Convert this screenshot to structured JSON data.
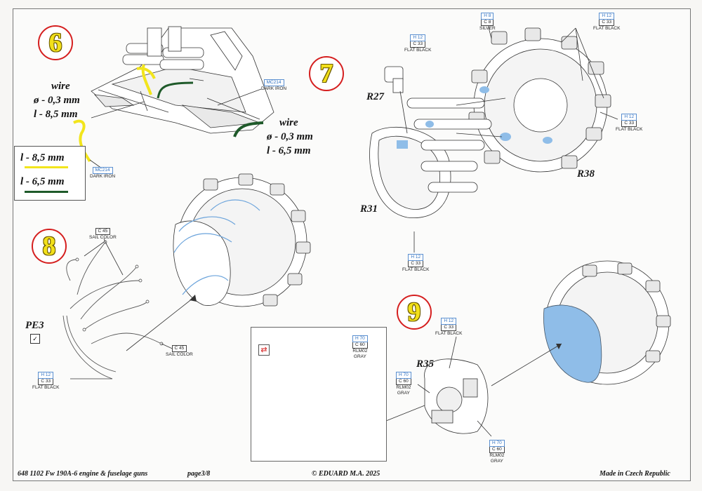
{
  "steps": {
    "s6": "6",
    "s7": "7",
    "s8": "8",
    "s9": "9"
  },
  "step6": {
    "wire_word": "wire",
    "wire_diameter": "ø - 0,3 mm",
    "wire_long": "l - 8,5 mm",
    "wire2_word": "wire",
    "wire2_diameter": "ø - 0,3 mm",
    "wire2_long": "l - 6,5 mm",
    "legend_yellow": "l - 8,5 mm",
    "legend_green": "l - 6,5 mm",
    "legend_yellow_color": "#f2e51c",
    "legend_green_color": "#1f5a2a",
    "paint_a": {
      "code": "MC214",
      "name": "DARK IRON"
    },
    "paint_b": {
      "code": "MC214",
      "name": "DARK IRON"
    }
  },
  "step7": {
    "parts": {
      "r27": "R27",
      "r31": "R31",
      "r38": "R38"
    },
    "paint_h12_top": {
      "h": "H 12",
      "c": "C 33",
      "name": "FLAT BLACK"
    },
    "paint_h8": {
      "h": "H 8",
      "c": "C 8",
      "name": "SILVER"
    },
    "paint_h12_right_top": {
      "h": "H 12",
      "c": "C 33",
      "name": "FLAT BLACK"
    },
    "paint_h12_right_mid": {
      "h": "H 12",
      "c": "C 33",
      "name": "FLAT BLACK"
    },
    "paint_h12_bottom": {
      "h": "H 12",
      "c": "C 33",
      "name": "FLAT BLACK"
    }
  },
  "step8": {
    "part": "PE3",
    "paint_c45_top": {
      "c": "C 45",
      "name": "SAIL COLOR"
    },
    "paint_c45_right": {
      "c": "C 45",
      "name": "SAIL COLOR"
    },
    "paint_h12": {
      "h": "H 12",
      "c": "C 33",
      "name": "FLAT BLACK"
    }
  },
  "step9": {
    "part": "R35",
    "paint_h12": {
      "h": "H 12",
      "c": "C 33",
      "name": "FLAT BLACK"
    },
    "paint_h70_left": {
      "h": "H 70",
      "c": "C 60",
      "name": "RLM02",
      "name2": "GRAY"
    },
    "paint_h70_bottom": {
      "h": "H 70",
      "c": "C 60",
      "name": "RLM02",
      "name2": "GRAY"
    },
    "paint_h70_inset": {
      "h": "H 70",
      "c": "C 60",
      "name": "RLM02",
      "name2": "GRAY"
    }
  },
  "footer": {
    "catalog": "648 1102  Fw 190A-6 engine & fuselage guns",
    "page": "page3/8",
    "copyright": "© EDUARD  M.A. 2025",
    "origin": "Made in Czech Republic"
  },
  "colors": {
    "step_ring": "#d51f1f",
    "step_number": "#f2e01a",
    "highlight_blue": "#8fbde8",
    "sail_wire": "#9aa0a6",
    "paint_code_blue": "#2c6fc0"
  },
  "icons": {
    "swap": "swap-arrows-icon",
    "check": "check-icon"
  }
}
